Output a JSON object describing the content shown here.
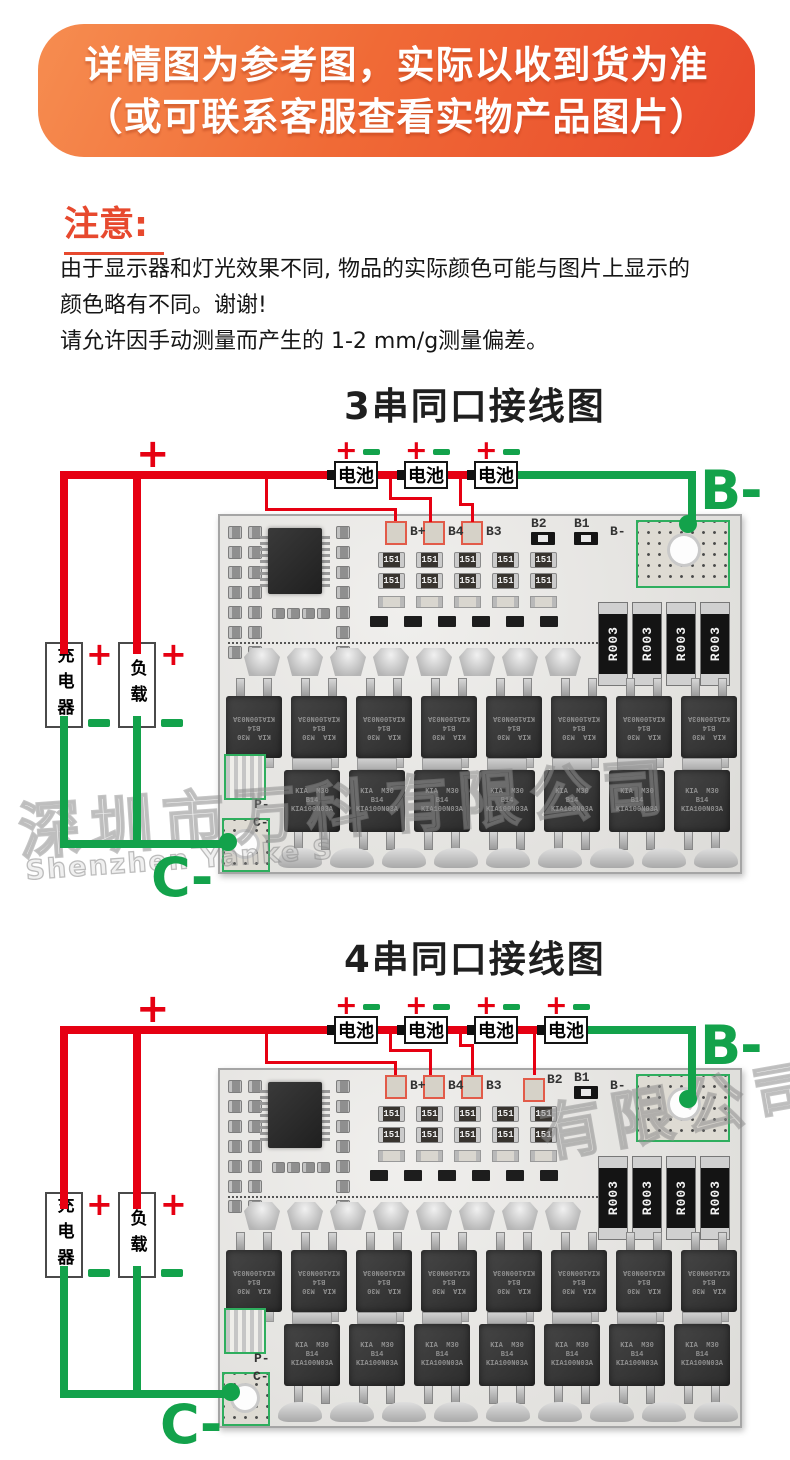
{
  "banner": {
    "line1": "详情图为参考图，实际以收到货为准",
    "line2": "（或可联系客服查看实物产品图片）"
  },
  "notice": {
    "title": "注意:",
    "line1": "由于显示器和灯光效果不同, 物品的实际颜色可能与图片上显示的",
    "line2": "颜色略有不同。谢谢!",
    "line3": "请允许因手动测量而产生的 1-2 mm/g测量偏差。"
  },
  "sections": {
    "s3": {
      "title": "3串同口接线图"
    },
    "s4": {
      "title": "4串同口接线图"
    }
  },
  "wiring": {
    "battery": "电池",
    "charger": "充电器",
    "load": "负载",
    "b_minus": "B-",
    "c_minus": "C-",
    "plus": "+",
    "minus": "-"
  },
  "pcb": {
    "pad_b_plus": "B+",
    "pad_b4": "B4",
    "pad_b3": "B3",
    "pad_b2": "B2",
    "pad_b1": "B1",
    "pad_b_minus": "B-",
    "pad_p_minus": "P-",
    "pad_c_minus": "C-",
    "resistor": "151",
    "shunt": "R003",
    "mosfet_line1": "KIA  M30",
    "mosfet_line2": "B14",
    "mosfet_line3": "KIA100N03A"
  },
  "watermark": {
    "cn_left": "深圳市万科",
    "cn_right": "有限公司",
    "en": "Shenzhen Yanke S"
  },
  "colors": {
    "wire_red": "#e60012",
    "wire_green": "#13a24b",
    "banner_orange_light": "#f68d50",
    "banner_orange_dark": "#e8492c",
    "notice_red": "#e7492e"
  }
}
